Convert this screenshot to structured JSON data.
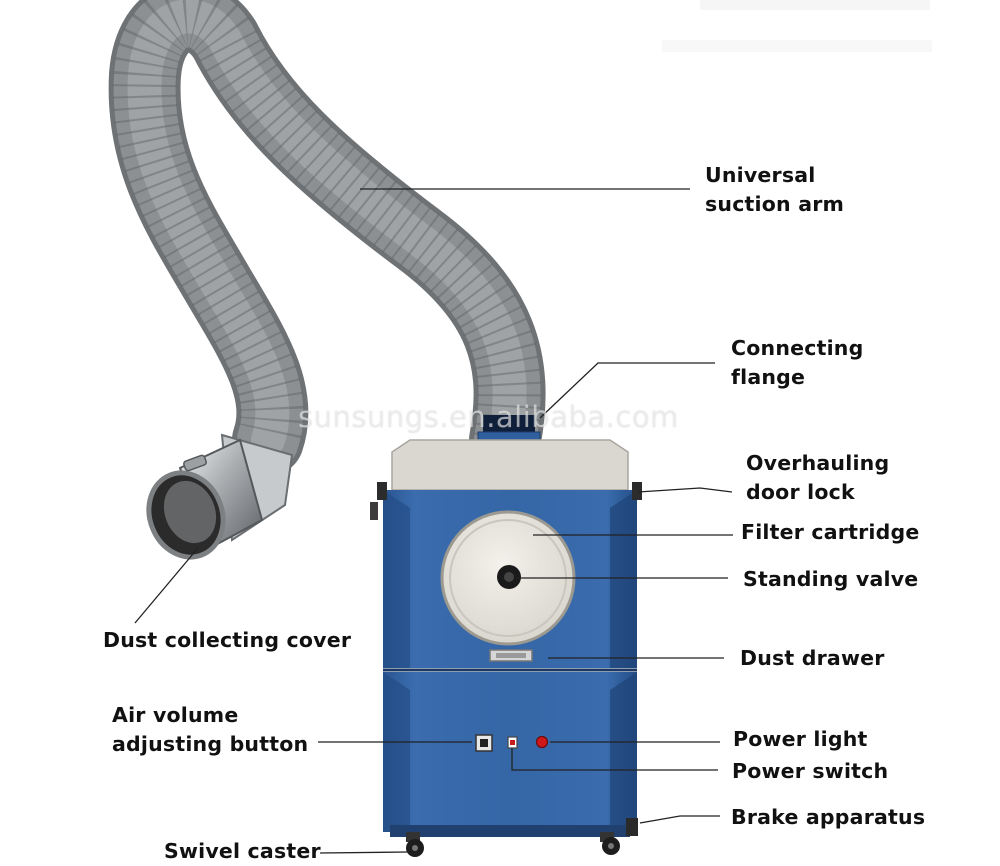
{
  "watermark": "sunsungs.en.alibaba.com",
  "labels": {
    "suction_arm": [
      "Universal",
      "suction arm"
    ],
    "connecting_flange": [
      "Connecting",
      "flange"
    ],
    "door_lock": [
      "Overhauling",
      "door lock"
    ],
    "filter_cartridge": "Filter cartridge",
    "standing_valve": "Standing valve",
    "dust_drawer": "Dust drawer",
    "dust_cover": "Dust collecting cover",
    "air_volume": [
      "Air volume",
      "adjusting button"
    ],
    "power_light": "Power light",
    "power_switch": "Power switch",
    "brake": "Brake apparatus",
    "caster": "Swivel caster"
  },
  "colors": {
    "cabinet_blue": "#2f5f9e",
    "hose_gray": "#8a8d90",
    "top_cap": "#d9d7d0",
    "filter_disk": "#e6e4dd",
    "power_light": "#d01818"
  }
}
